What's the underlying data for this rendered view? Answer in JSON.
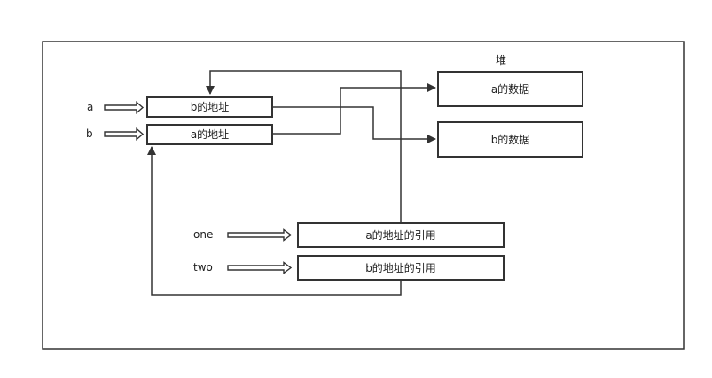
{
  "heap": {
    "title": "堆",
    "box_a_data": "a的数据",
    "box_b_data": "b的数据"
  },
  "stack": {
    "var_a_label": "a",
    "var_b_label": "b",
    "box_a_holds": "b的地址",
    "box_b_holds": "a的地址"
  },
  "refs": {
    "one_label": "one",
    "two_label": "two",
    "one_holds": "a的地址的引用",
    "two_holds": "b的地址的引用"
  },
  "colors": {
    "stroke": "#333333",
    "background": "#ffffff"
  }
}
